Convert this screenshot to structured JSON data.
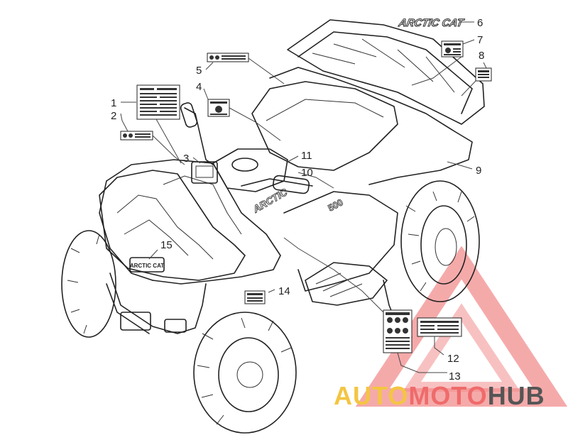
{
  "diagram": {
    "callouts": [
      {
        "id": "1",
        "label": "1"
      },
      {
        "id": "2",
        "label": "2"
      },
      {
        "id": "3",
        "label": "3"
      },
      {
        "id": "4",
        "label": "4"
      },
      {
        "id": "5",
        "label": "5"
      },
      {
        "id": "6",
        "label": "6"
      },
      {
        "id": "7",
        "label": "7"
      },
      {
        "id": "8",
        "label": "8"
      },
      {
        "id": "9",
        "label": "9"
      },
      {
        "id": "10",
        "label": "10"
      },
      {
        "id": "11",
        "label": "11"
      },
      {
        "id": "12",
        "label": "12"
      },
      {
        "id": "13",
        "label": "13"
      },
      {
        "id": "14",
        "label": "14"
      },
      {
        "id": "15",
        "label": "15"
      }
    ],
    "brand_decal_text": "ARCTIC CAT",
    "grille_badge_text": "ARCTIC CAT",
    "fender_text": "ARCTIC",
    "side_text": "500"
  },
  "watermark": {
    "part1": "AUTO",
    "part2": "MOTO",
    "part3": "HUB",
    "colors": {
      "auto": "#f4c542",
      "moto": "#ef6b6b",
      "hub": "#555555",
      "triangle": "#f07a7a"
    }
  }
}
